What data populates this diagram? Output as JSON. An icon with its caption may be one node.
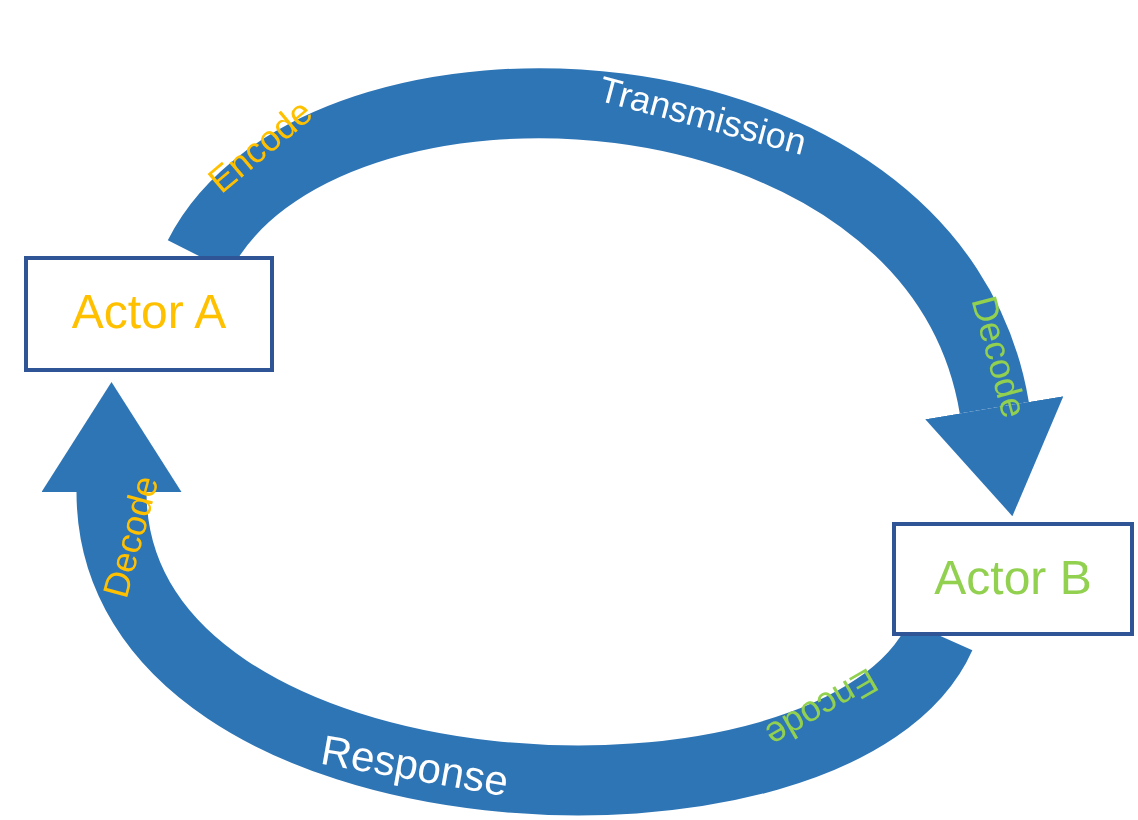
{
  "diagram": {
    "nodes": [
      {
        "text": [
          "Actor A"
        ]
      },
      {
        "text": [
          "Actor B"
        ]
      }
    ],
    "edges": [
      {
        "from": 0,
        "to": 1,
        "arrow": "to",
        "label": "Transmission"
      },
      {
        "from": 1,
        "to": 0,
        "arrow": "to",
        "label": "Response"
      }
    ],
    "labels": [
      "Encode",
      "Decode",
      "Decode",
      "Encode"
    ]
  }
}
